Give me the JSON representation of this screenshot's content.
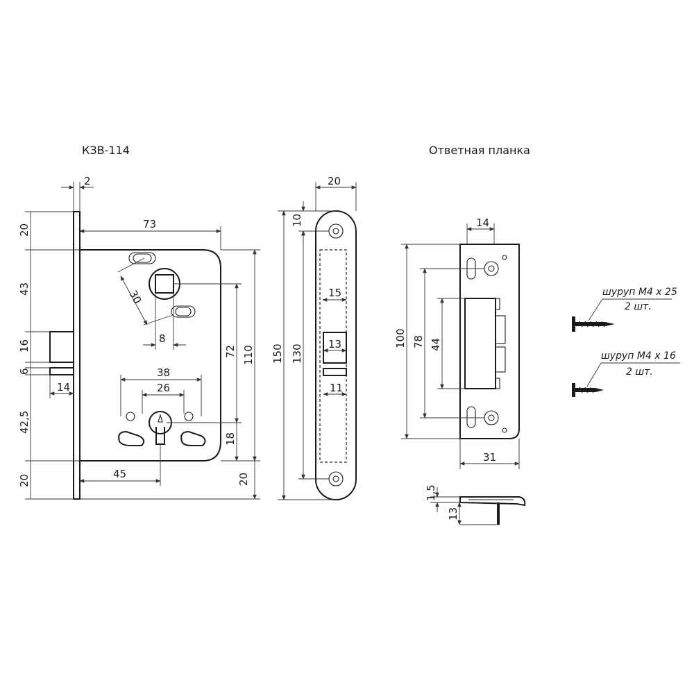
{
  "titles": {
    "lock": "КЗВ-114",
    "strike": "Ответная планка"
  },
  "lock_dims": {
    "faceplate_thickness": "2",
    "width": "73",
    "top": "20",
    "upper": "43",
    "latch": "16",
    "gap": "6",
    "latch_depth": "14",
    "lower": "42,5",
    "bottom": "20",
    "diag": "30",
    "spindle": "8",
    "holes_outer": "38",
    "holes_inner": "26",
    "backset": "45",
    "center_dist": "72",
    "body_height": "110",
    "keyhole": "18",
    "bottom_right": "20"
  },
  "faceplate_dims": {
    "width": "20",
    "top": "10",
    "length": "150",
    "holes": "130",
    "slot1": "15",
    "slot2": "13",
    "slot3": "11"
  },
  "strike_dims": {
    "top_width": "14",
    "height": "100",
    "holes": "78",
    "opening": "44",
    "width": "31",
    "thick": "1,5",
    "lip": "13"
  },
  "screws": {
    "long_label": "шуруп М4 х 25",
    "long_qty": "2 шт.",
    "short_label": "шуруп М4 х 16",
    "short_qty": "2 шт."
  }
}
